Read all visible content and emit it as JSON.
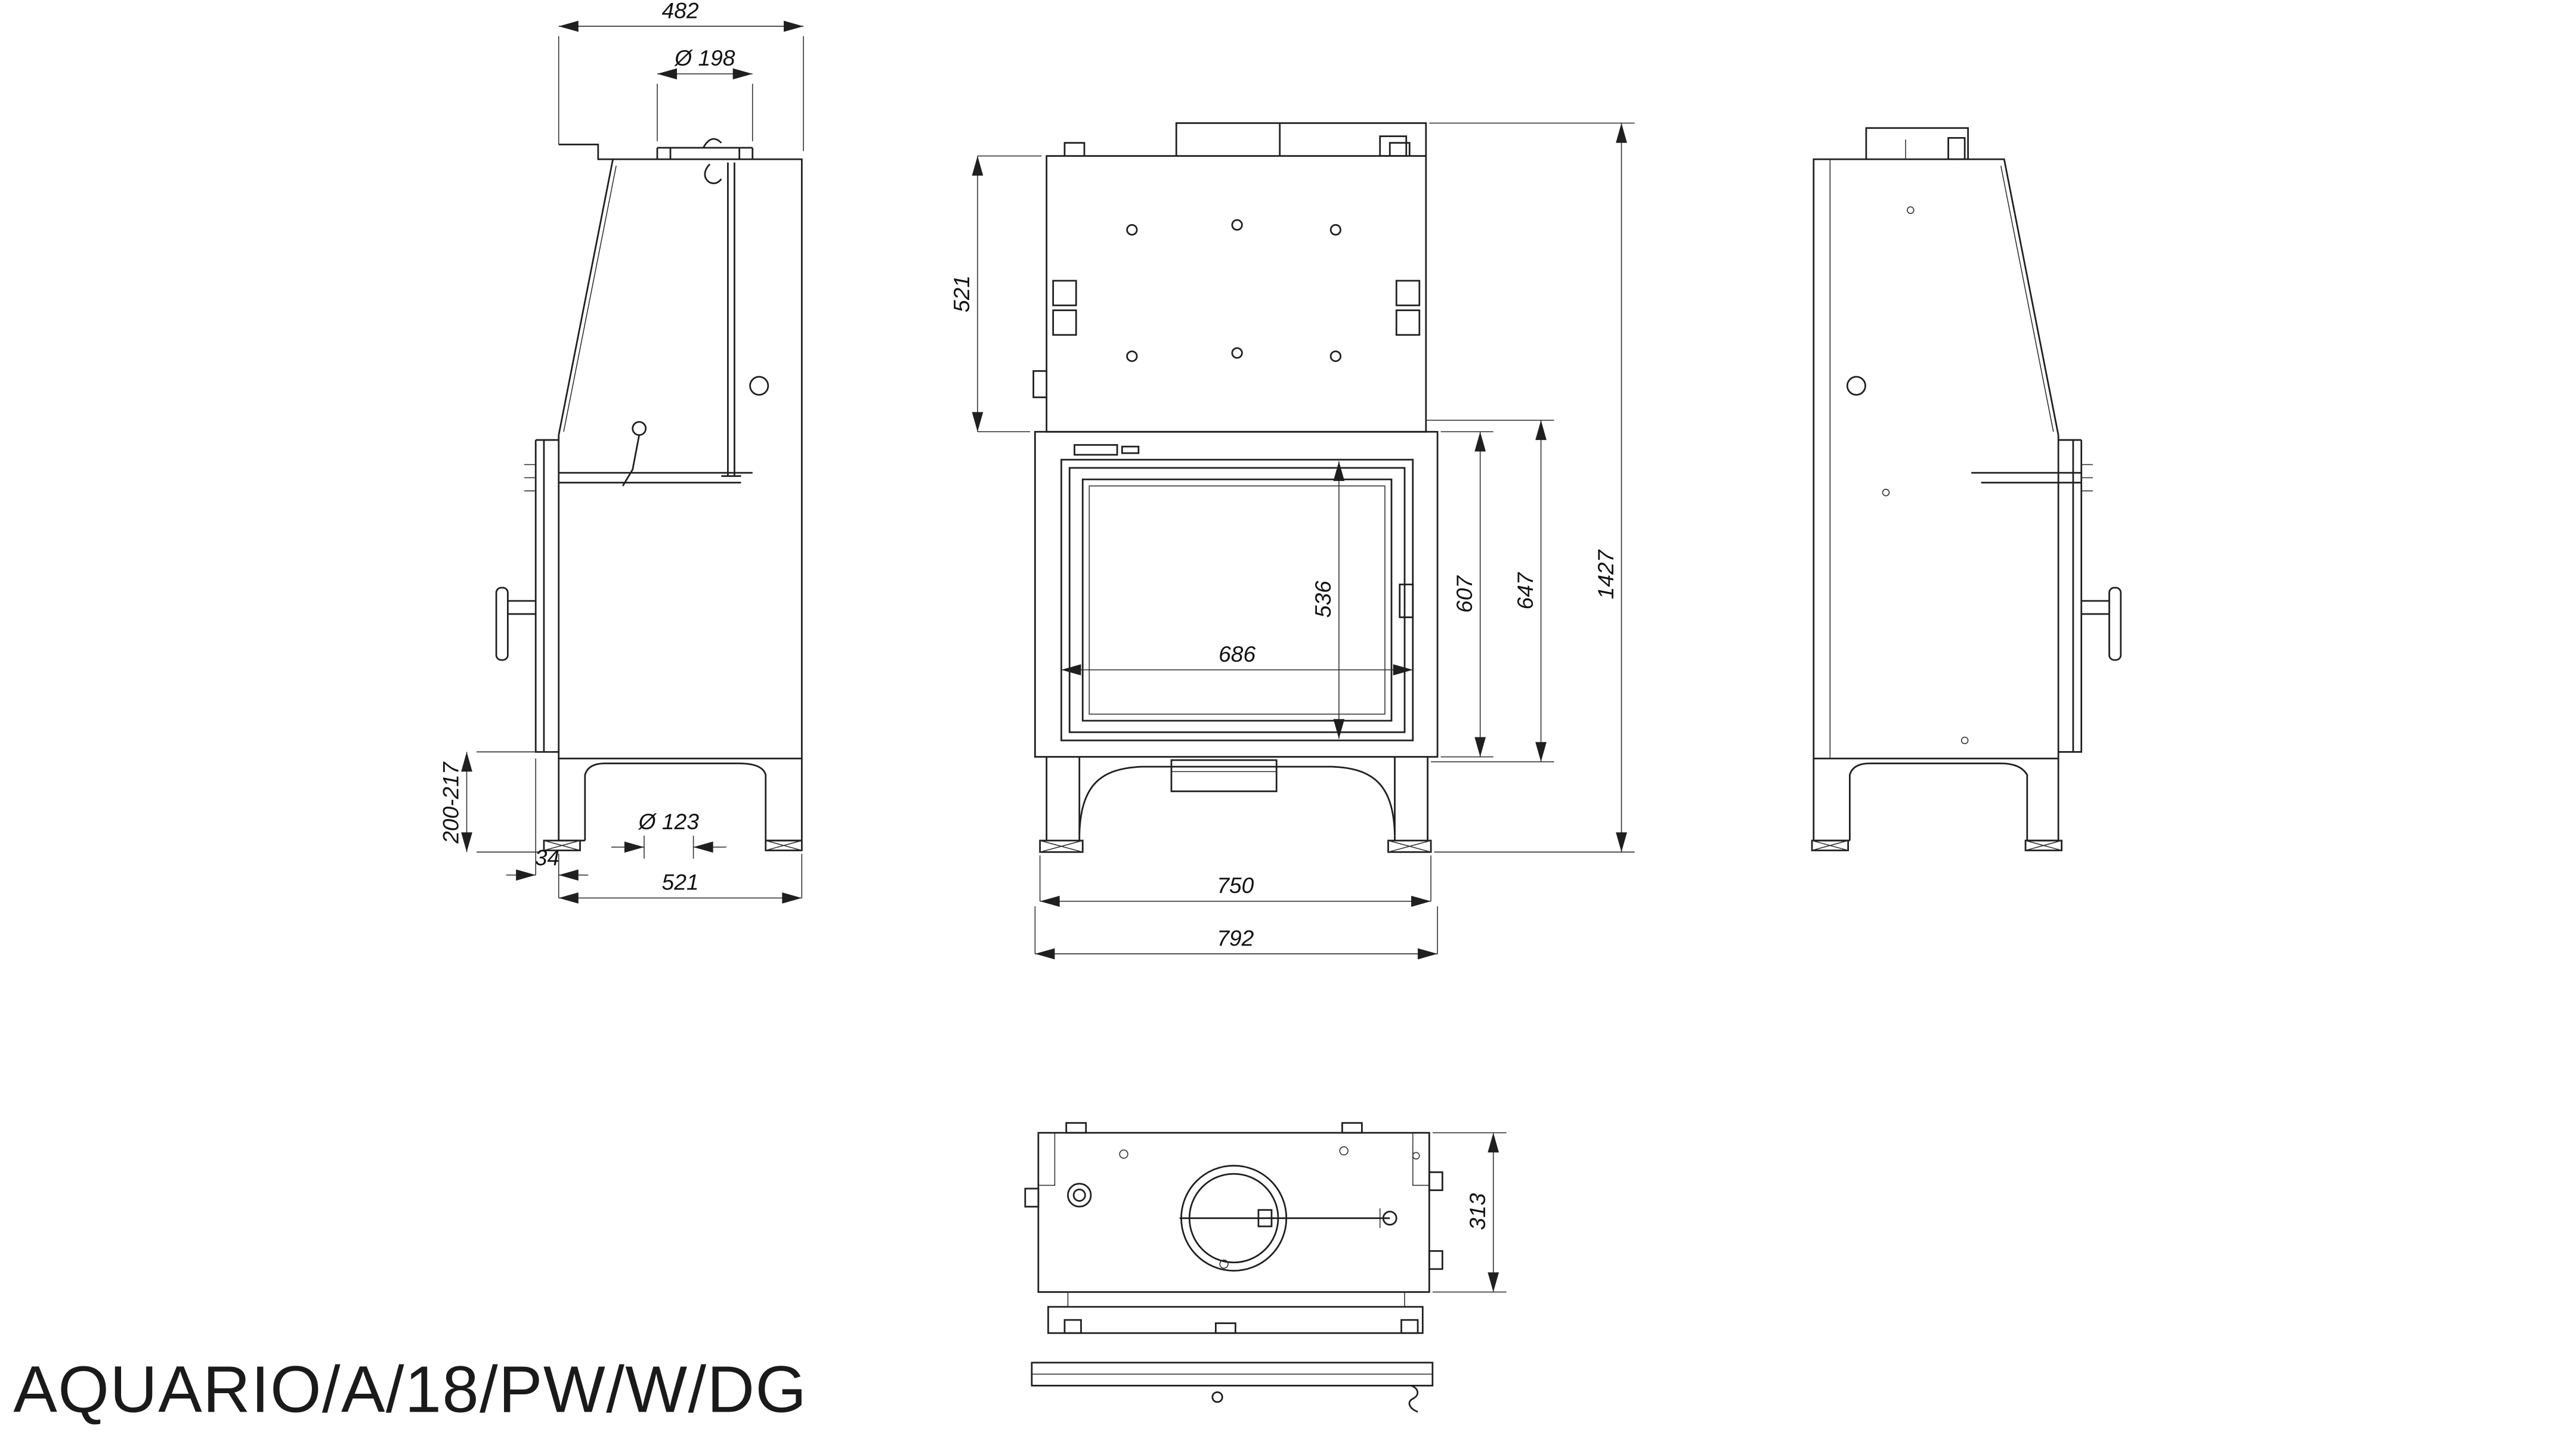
{
  "title": "AQUARIO/A/18/PW/W/DG",
  "line_color": "#1f1f1f",
  "dims": {
    "side_left": {
      "top_depth": "482",
      "flue_diameter": "Ø 198",
      "leg_height_range": "200-217",
      "front_offset": "34",
      "base_depth": "521",
      "foot_diameter": "Ø 123"
    },
    "front": {
      "exchanger_height": "521",
      "glass_height": "536",
      "glass_width": "686",
      "firebox_height": "607",
      "body_height": "647",
      "total_height": "1427",
      "feet_spacing": "750",
      "total_width": "792"
    },
    "plan": {
      "depth": "313"
    }
  }
}
